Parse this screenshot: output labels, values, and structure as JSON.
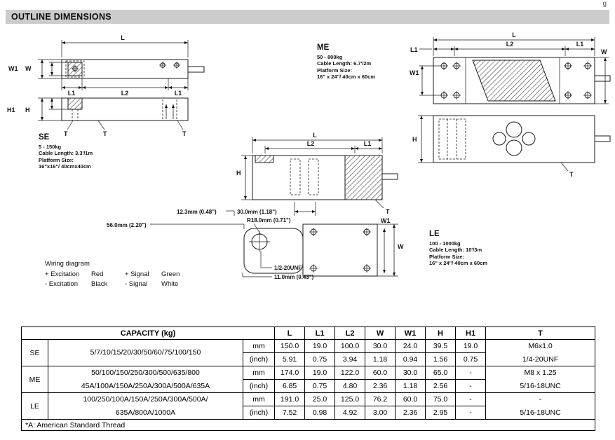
{
  "page": {
    "section_title": "OUTLINE DIMENSIONS",
    "corner_text": "g"
  },
  "drawings": {
    "dim_labels": {
      "L": "L",
      "L1": "L1",
      "L2": "L2",
      "W": "W",
      "W1": "W1",
      "H": "H",
      "H1": "H1",
      "T": "T"
    },
    "callouts": {
      "c123": "12.3mm (0.48\")",
      "c300": "30.0mm (1.18\")",
      "c560": "56.0mm (2.20\")",
      "r180": "R18.0mm (0.71\")",
      "unf": "1/2-20UNF",
      "c110": "11.0mm (0.43\")"
    }
  },
  "models": {
    "se": {
      "name": "SE",
      "range": "5 - 150kg",
      "cable": "Cable Length: 3.3'/1m",
      "platform_label": "Platform Size:",
      "platform": "16\"x16\"/ 40cmx40cm"
    },
    "me": {
      "name": "ME",
      "range": "50 - 800kg",
      "cable": "Cable Length: 6.7'/2m",
      "platform_label": "Platform Size:",
      "platform": "16\" x 24\"/ 40cm x 60cm"
    },
    "le": {
      "name": "LE",
      "range": "100 - 1000kg",
      "cable": "Cable Length: 10'/3m",
      "platform_label": "Platform Size:",
      "platform": "16\" x 24\"/ 40cm x 60cm"
    }
  },
  "wiring": {
    "title": "Wiring diagram",
    "rows": [
      {
        "c1": "+ Excitation",
        "c2": "Red",
        "c3": "+ Signal",
        "c4": "Green"
      },
      {
        "c1": "- Excitation",
        "c2": "Black",
        "c3": "- Signal",
        "c4": "White"
      }
    ]
  },
  "table": {
    "capacity_header": "CAPACITY (kg)",
    "col_headers": [
      "L",
      "L1",
      "L2",
      "W",
      "W1",
      "H",
      "H1",
      "T"
    ],
    "unit_mm": "mm",
    "unit_inch": "(inch)",
    "rows": [
      {
        "model": "SE",
        "capacity1": "5/7/10/15/20/30/50/60/75/100/150",
        "capacity2": "",
        "mm": [
          "150.0",
          "19.0",
          "100.0",
          "30.0",
          "24.0",
          "39.5",
          "19.0"
        ],
        "inch": [
          "5.91",
          "0.75",
          "3.94",
          "1.18",
          "0.94",
          "1.56",
          "0.75"
        ],
        "t1": "M6x1.0",
        "t2": "1/4-20UNF"
      },
      {
        "model": "ME",
        "capacity1": "50/100/150/250/300/500/635/800",
        "capacity2": "45A/100A/150A/250A/300A/500A/635A",
        "mm": [
          "174.0",
          "19.0",
          "122.0",
          "60.0",
          "30.0",
          "65.0",
          "-"
        ],
        "inch": [
          "6.85",
          "0.75",
          "4.80",
          "2.36",
          "1.18",
          "2.56",
          "-"
        ],
        "t1": "M8 x 1.25",
        "t2": "5/16-18UNC"
      },
      {
        "model": "LE",
        "capacity1": "100/250/100A/150A/250A/300A/500A/",
        "capacity2": "635A/800A/1000A",
        "mm": [
          "191.0",
          "25.0",
          "125.0",
          "76.2",
          "60.0",
          "75.0",
          "-"
        ],
        "inch": [
          "7.52",
          "0.98",
          "4.92",
          "3.00",
          "2.36",
          "2.95",
          "-"
        ],
        "t1": "-",
        "t2": "5/16-18UNC"
      }
    ],
    "footnote": "*A: American Standard Thread"
  }
}
